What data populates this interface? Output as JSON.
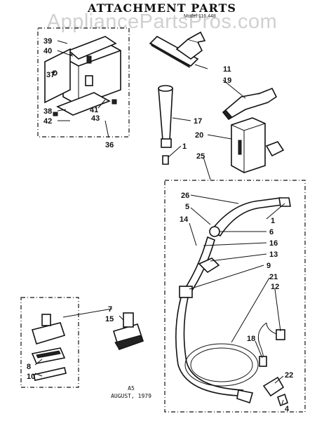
{
  "header": {
    "title": "ATTACHMENT PARTS",
    "model": "Model 116.448"
  },
  "watermark": "AppliancePartsPros.com",
  "footer": {
    "code": "A5",
    "date": "AUGUST, 1979"
  },
  "callouts": [
    {
      "id": "39"
    },
    {
      "id": "40"
    },
    {
      "id": "37"
    },
    {
      "id": "38"
    },
    {
      "id": "42"
    },
    {
      "id": "41"
    },
    {
      "id": "43"
    },
    {
      "id": "36"
    },
    {
      "id": "11"
    },
    {
      "id": "19"
    },
    {
      "id": "17"
    },
    {
      "id": "20"
    },
    {
      "id": "1"
    },
    {
      "id": "25"
    },
    {
      "id": "26"
    },
    {
      "id": "5"
    },
    {
      "id": "14"
    },
    {
      "id": "1"
    },
    {
      "id": "6"
    },
    {
      "id": "16"
    },
    {
      "id": "13"
    },
    {
      "id": "9"
    },
    {
      "id": "21"
    },
    {
      "id": "12"
    },
    {
      "id": "7"
    },
    {
      "id": "15"
    },
    {
      "id": "8"
    },
    {
      "id": "10"
    },
    {
      "id": "18"
    },
    {
      "id": "22"
    },
    {
      "id": "4"
    }
  ]
}
